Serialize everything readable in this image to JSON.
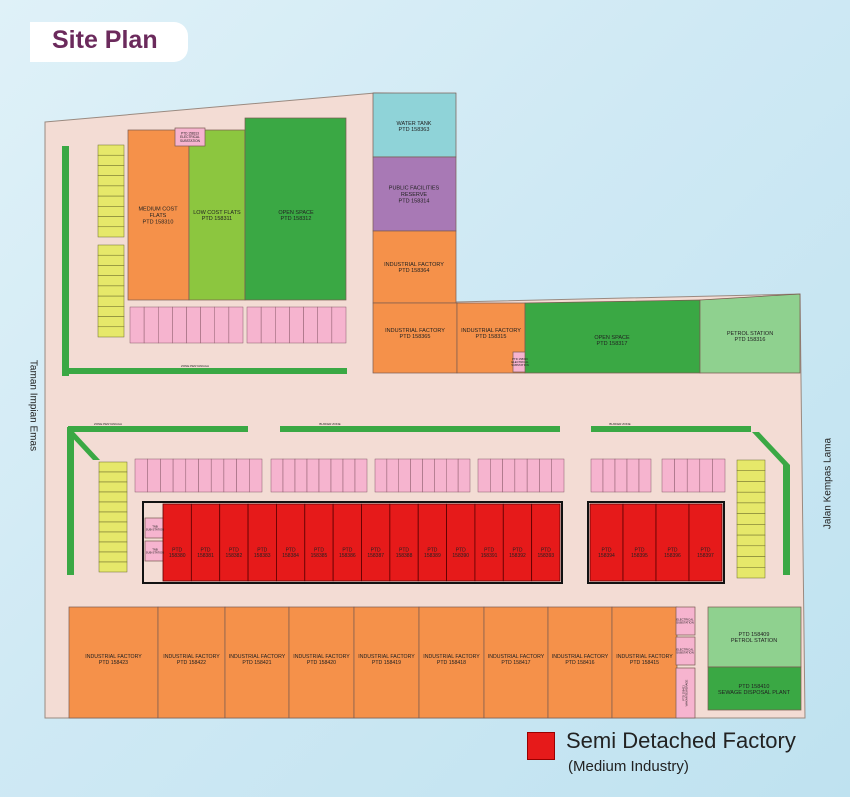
{
  "title": "Site Plan",
  "roads": {
    "left": "Taman Impian Emas",
    "right": "Jalan Kempas Lama"
  },
  "legend": {
    "label": "Semi Detached Factory",
    "sublabel": "(Medium Industry)",
    "color": "#e61a1a"
  },
  "colors": {
    "ground": "#f3dcd4",
    "orange": "#f5914a",
    "light_green": "#8cc63f",
    "dark_green": "#3aa844",
    "pale_green": "#8fd18f",
    "cyan": "#8fd3d8",
    "purple": "#a879b5",
    "pink": "#f6b4cf",
    "yellow": "#e6e86a",
    "red": "#e61a1a"
  },
  "parcels": {
    "medium_cost": [
      "MEDIUM COST",
      "FLATS",
      "PTD 158310"
    ],
    "low_cost": [
      "LOW COST FLATS",
      "PTD 158311"
    ],
    "open_space_1": [
      "OPEN SPACE",
      "PTD 158312"
    ],
    "water_tank": [
      "WATER TANK",
      "PTD 158363"
    ],
    "public_facilities": [
      "PUBLIC FACILITIES",
      "RESERVE",
      "PTD 158314"
    ],
    "industrial_364": [
      "INDUSTRIAL FACTORY",
      "PTD 158364"
    ],
    "industrial_365": [
      "INDUSTRIAL FACTORY",
      "PTD 158365"
    ],
    "industrial_315": [
      "INDUSTRIAL FACTORY",
      "PTD 158315"
    ],
    "open_space_2": [
      "OPEN SPACE",
      "PTD 158317"
    ],
    "petrol_1": [
      "PETROL STATION",
      "PTD 158316"
    ],
    "petrol_2": [
      "PTD 158409",
      "PETROL STATION"
    ],
    "sewage": [
      "PTD 158410",
      "SEWAGE DISPOSAL PLANT"
    ],
    "substation_top": [
      "PTD 158313",
      "ELECTRICAL",
      "SUBSTATION"
    ],
    "substation_mid": [
      "PTD 158316",
      "ELECTRICAL",
      "SUBSTATION"
    ]
  },
  "buffers": {
    "zone_a": "ZONE PENYANGGA",
    "zone_b": "BUFFER ZONE"
  },
  "tnb_substations": [
    [
      "TNB",
      "SUB-STATION"
    ],
    [
      "TNB",
      "SUB-STATION"
    ]
  ],
  "semi_detached_left": [
    "158380",
    "158381",
    "158382",
    "158383",
    "158384",
    "158385",
    "158386",
    "158387",
    "158388",
    "158389",
    "158390",
    "158391",
    "158392",
    "158393"
  ],
  "semi_detached_right": [
    "158394",
    "158395",
    "158396",
    "158397"
  ],
  "semi_prefix": "PTD",
  "bottom_factories": [
    [
      "INDUSTRIAL FACTORY",
      "PTD 158423"
    ],
    [
      "INDUSTRIAL FACTORY",
      "PTD 158422"
    ],
    [
      "INDUSTRIAL FACTORY",
      "PTD 158421"
    ],
    [
      "INDUSTRIAL FACTORY",
      "PTD 158420"
    ],
    [
      "INDUSTRIAL FACTORY",
      "PTD 158419"
    ],
    [
      "INDUSTRIAL FACTORY",
      "PTD 158418"
    ],
    [
      "INDUSTRIAL FACTORY",
      "PTD 158417"
    ],
    [
      "INDUSTRIAL FACTORY",
      "PTD 158416"
    ],
    [
      "INDUSTRIAL FACTORY",
      "PTD 158415"
    ]
  ],
  "bottom_substations": [
    [
      "ELECTRICAL",
      "SUBSTATION"
    ],
    [
      "ELECTRICAL",
      "SUBSTATION"
    ]
  ],
  "bottom_utility": [
    "PTD 158411",
    "WAKAF/SEWERAGE"
  ]
}
